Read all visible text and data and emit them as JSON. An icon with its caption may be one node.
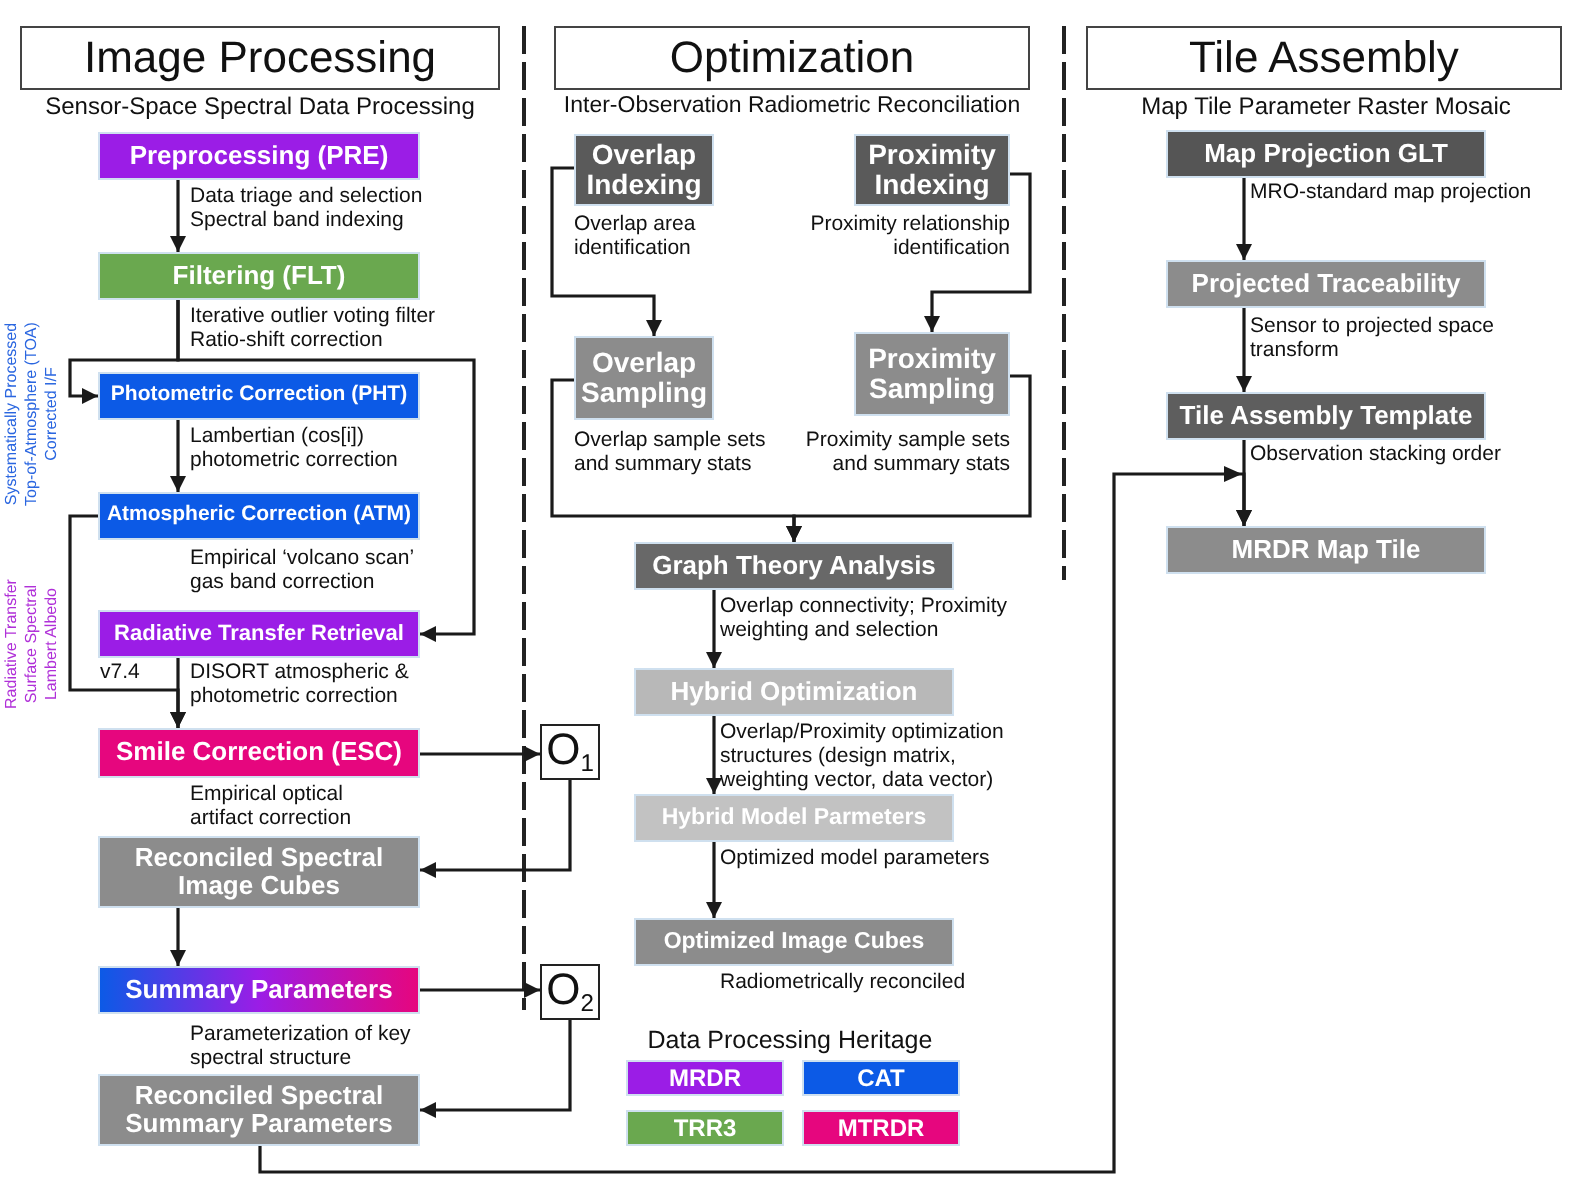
{
  "diagram": {
    "nodes": [
      {
        "text": [
          "Image Processing"
        ],
        "beside": [
          "Sensor-Space Spectral Data Processing"
        ]
      },
      {
        "text": [
          "Preprocessing (PRE)"
        ]
      },
      {
        "text": [
          "Filtering (FLT)"
        ]
      },
      {
        "text": [
          "Photometric Correction (PHT)"
        ]
      },
      {
        "text": [
          "Atmospheric Correction (ATM)"
        ],
        "beside": [
          "Empirical ‘volcano scan’ gas band correction"
        ]
      },
      {
        "text": [
          "Radiative Transfer Retrieval"
        ],
        "beside": [
          "v7.4"
        ]
      },
      {
        "text": [
          "Smile Correction (ESC)"
        ],
        "beside": [
          "Empirical optical artifact correction"
        ]
      },
      {
        "text": [
          "Reconciled Spectral Image Cubes"
        ]
      },
      {
        "text": [
          "Summary Parameters"
        ],
        "beside": [
          "Parameterization of key spectral structure"
        ]
      },
      {
        "text": [
          "Reconciled Spectral Summary Parameters"
        ]
      },
      {
        "text": [
          "O$_{1}$"
        ]
      },
      {
        "text": [
          "O$_{2}$"
        ]
      },
      {
        "text": [
          "Optimization"
        ],
        "beside": [
          "Inter-Observation Radiometric Reconciliation"
        ]
      },
      {
        "text": [
          "Overlap Indexing"
        ]
      },
      {
        "text": [
          "Proximity Indexing"
        ]
      },
      {
        "text": [
          "Overlap Sampling"
        ]
      },
      {
        "text": [
          "Proximity Sampling"
        ]
      },
      {
        "text": [
          "Graph Theory Analysis"
        ]
      },
      {
        "text": [
          "Hybrid Optimization"
        ]
      },
      {
        "text": [
          "Hybrid Model Parmeters"
        ]
      },
      {
        "text": [
          "Optimized Image Cubes"
        ],
        "beside": [
          "Radiometrically reconciled"
        ]
      },
      {
        "text": [
          "Tile Assembly"
        ],
        "beside": [
          "Map Tile Parameter Raster Mosaic"
        ]
      },
      {
        "text": [
          "Map Projection GLT"
        ]
      },
      {
        "text": [
          "Projected Traceability"
        ]
      },
      {
        "text": [
          "Tile Assembly Template"
        ]
      },
      {
        "text": [
          "MRDR Map Tile"
        ]
      }
    ],
    "edges": [
      {
        "from": 1,
        "to": 2,
        "arrow": "to",
        "label": "Data triage and selection Spectral band indexing"
      },
      {
        "from": 2,
        "to": 3,
        "arrow": "to",
        "label": "Iterative outlier voting filter Ratio-shift correction"
      },
      {
        "from": 2,
        "to": 5,
        "arrow": "to"
      },
      {
        "from": 3,
        "to": 4,
        "arrow": "to",
        "label": "Lambertian (cos[i]) photometric correction"
      },
      {
        "from": 4,
        "to": 6,
        "arrow": "to"
      },
      {
        "from": 5,
        "to": 6,
        "arrow": "to",
        "label": "DISORT atmospheric & photometric correction"
      },
      {
        "from": 6,
        "to": 10,
        "arrow": "to"
      },
      {
        "from": 10,
        "to": 7,
        "arrow": "to"
      },
      {
        "from": 7,
        "to": 8,
        "arrow": "to"
      },
      {
        "from": 8,
        "to": 11,
        "arrow": "to"
      },
      {
        "from": 11,
        "to": 9,
        "arrow": "to"
      },
      {
        "from": 9,
        "to": 25,
        "arrow": "to"
      },
      {
        "from": 13,
        "to": 15,
        "arrow": "to",
        "label": "Overlap area identification"
      },
      {
        "from": 14,
        "to": 16,
        "arrow": "to",
        "label": "Proximity relationship identification"
      },
      {
        "from": 15,
        "to": 17,
        "arrow": "to",
        "label": "Overlap sample sets and summary stats"
      },
      {
        "from": 16,
        "to": 17,
        "arrow": "to",
        "label": "Proximity sample sets and summary stats"
      },
      {
        "from": 17,
        "to": 18,
        "arrow": "to",
        "label": "Overlap connectivity; Proximity weighting and selection"
      },
      {
        "from": 18,
        "to": 19,
        "arrow": "to",
        "label": "Overlap/Proximity optimization structures (design matrix, weighting vector, data vector)"
      },
      {
        "from": 19,
        "to": 20,
        "arrow": "to",
        "label": "Optimized model parameters"
      },
      {
        "from": 22,
        "to": 23,
        "arrow": "to",
        "label": "MRO-standard map projection"
      },
      {
        "from": 23,
        "to": 24,
        "arrow": "to",
        "label": "Sensor to projected space transform"
      },
      {
        "from": 24,
        "to": 25,
        "arrow": "to",
        "label": "Observation stacking order"
      }
    ],
    "labels": [
      "Systematically Processed Top-of-Atmosphere (TOA) Corrected I/F",
      "Radiative Transfer Surface Spectral Lambert Albedo",
      "Data Processing Heritage"
    ],
    "legend": [
      {
        "text": "MRDR",
        "color": "#9b1de6"
      },
      {
        "text": "CAT",
        "color": "#0c5ae6"
      },
      {
        "text": "TRR3",
        "color": "#6aa84f"
      },
      {
        "text": "MTRDR",
        "color": "#e6067e"
      }
    ]
  }
}
